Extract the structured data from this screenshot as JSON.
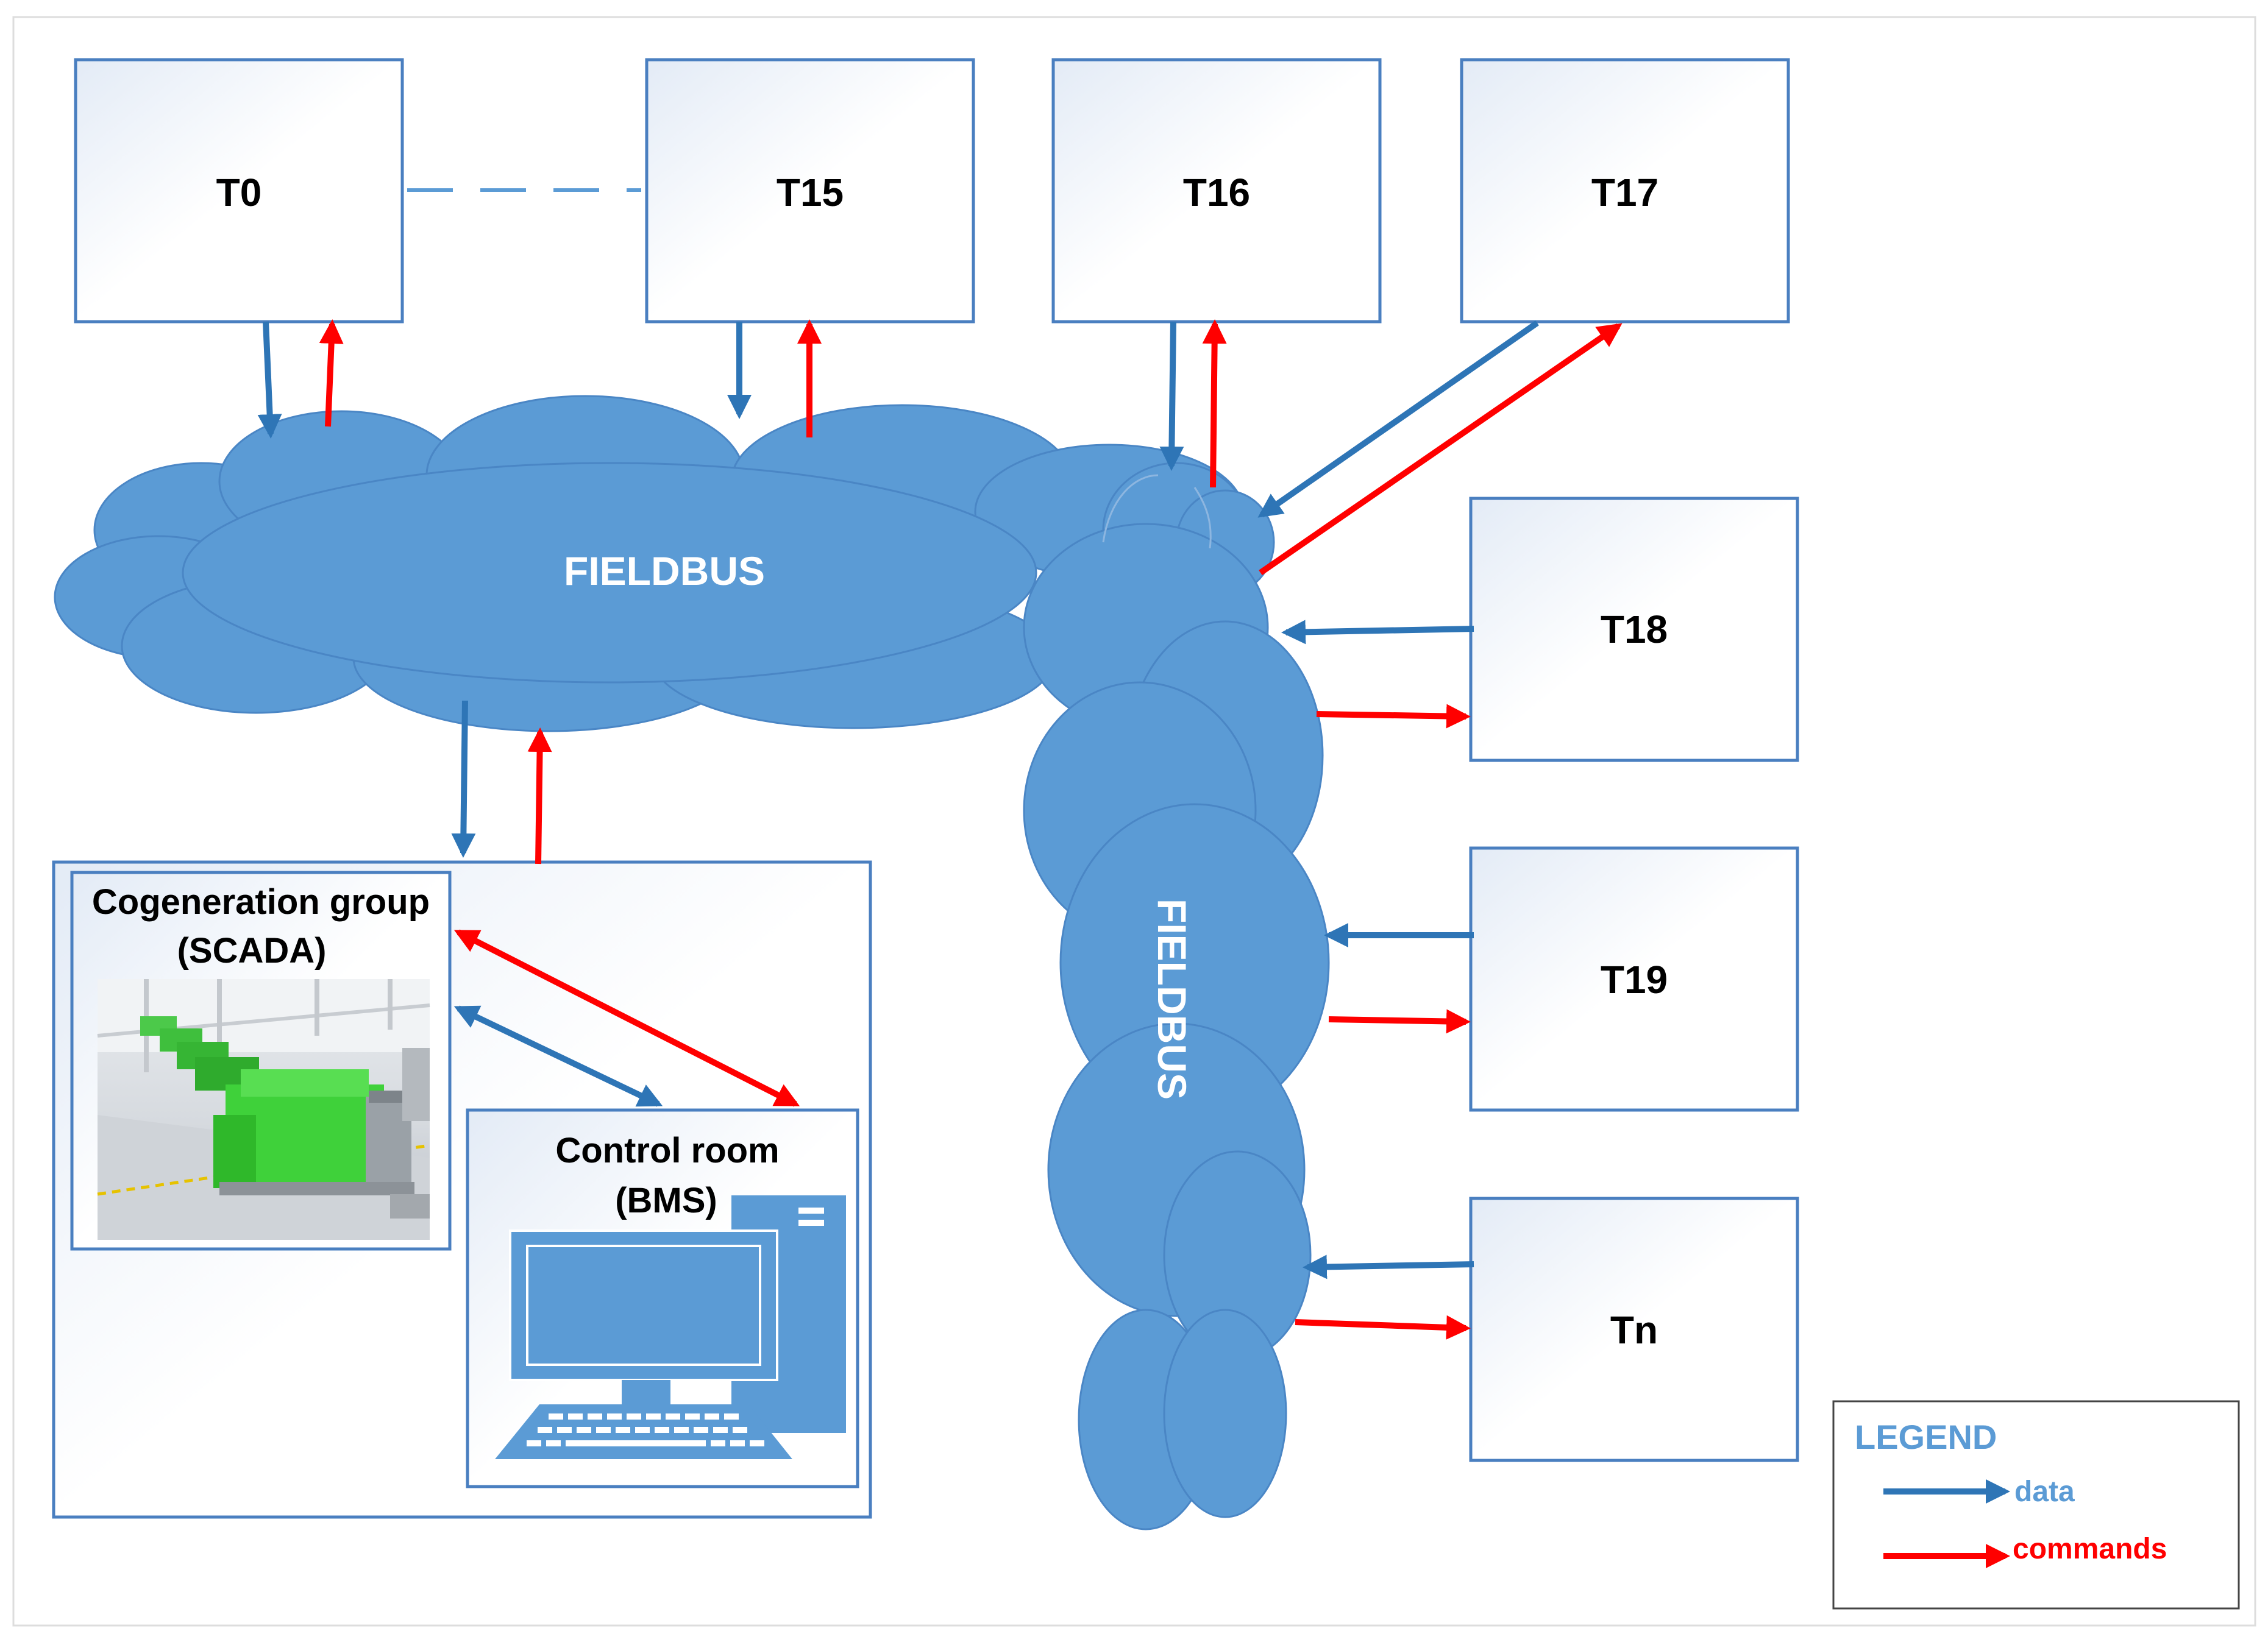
{
  "terminals": {
    "t0": "T0",
    "t15": "T15",
    "t16": "T16",
    "t17": "T17",
    "t18": "T18",
    "t19": "T19",
    "tn": "Tn"
  },
  "bus": {
    "horizontal_label": "FIELDBUS",
    "vertical_label": "FIELDBUS"
  },
  "cogeneration": {
    "line1": "Cogeneration group",
    "line2": "(SCADA)"
  },
  "control_room": {
    "line1": "Control room",
    "line2": "(BMS)"
  },
  "legend": {
    "title": "LEGEND",
    "data_label": "data",
    "commands_label": "commands"
  },
  "colors": {
    "data_arrow": "#2e75b6",
    "command_arrow": "#ff0000",
    "cloud_fill": "#5b9bd5",
    "legend_title": "#5b9bd5",
    "box_border": "#4a7fc0"
  },
  "icons": {
    "generator_photo": "generator-photo-icon",
    "computer": "computer-icon"
  }
}
